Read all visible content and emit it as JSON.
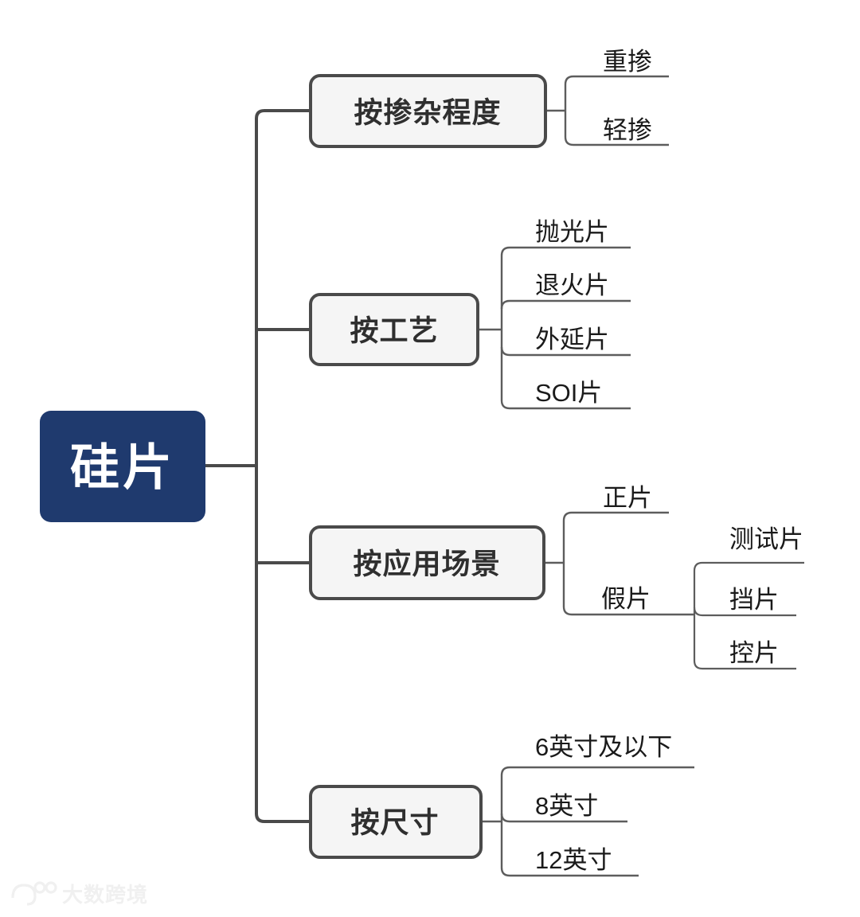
{
  "diagram": {
    "title": "硅片",
    "type": "mindmap",
    "orientation": "left-to-right",
    "colors": {
      "root_fill": "#1f3a6e",
      "root_text": "#ffffff",
      "branch_fill": "#f5f5f5",
      "branch_stroke": "#4a4a4a",
      "branch_text": "#2f2f2f",
      "leaf_stroke": "#5d5d5d",
      "leaf_text": "#1a1a1a",
      "background": "#ffffff"
    },
    "root": {
      "label": "硅片"
    },
    "branches": [
      {
        "label": "按掺杂程度",
        "children": [
          {
            "label": "重掺"
          },
          {
            "label": "轻掺"
          }
        ]
      },
      {
        "label": "按工艺",
        "children": [
          {
            "label": "抛光片"
          },
          {
            "label": "退火片"
          },
          {
            "label": "外延片"
          },
          {
            "label": "SOI片"
          }
        ]
      },
      {
        "label": "按应用场景",
        "children": [
          {
            "label": "正片"
          },
          {
            "label": "假片",
            "children": [
              {
                "label": "测试片"
              },
              {
                "label": "挡片"
              },
              {
                "label": "控片"
              }
            ]
          }
        ]
      },
      {
        "label": "按尺寸",
        "children": [
          {
            "label": "6英寸及以下"
          },
          {
            "label": "8英寸"
          },
          {
            "label": "12英寸"
          }
        ]
      }
    ]
  },
  "watermark": {
    "label": "大数跨境"
  }
}
